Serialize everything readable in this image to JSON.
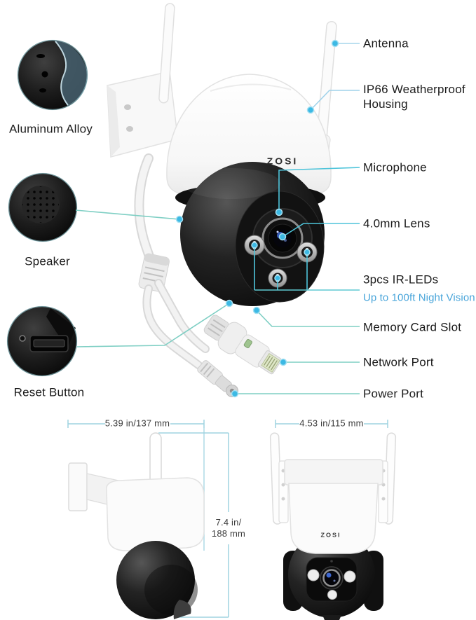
{
  "brand": {
    "logo": "ZOSI"
  },
  "colors": {
    "callout_line_blue": "#a6d6ec",
    "callout_line_teal": "#7fcfc4",
    "callout_line_cyan": "#4ec4da",
    "callout_dot": "#3cb9e4",
    "night_vision_text": "#49a5da",
    "dimension_line": "#9fd3e0"
  },
  "left_callouts": [
    {
      "label": "Aluminum Alloy"
    },
    {
      "label": "Speaker"
    },
    {
      "label": "Reset Button"
    }
  ],
  "right_callouts": [
    {
      "label": "Antenna"
    },
    {
      "label": "IP66 Weatherproof Housing"
    },
    {
      "label": "Microphone"
    },
    {
      "label": "4.0mm Lens"
    },
    {
      "label": "3pcs IR-LEDs",
      "sublabel": "Up to 100ft Night Vision"
    },
    {
      "label": "Memory Card Slot"
    },
    {
      "label": "Network Port"
    },
    {
      "label": "Power Port"
    }
  ],
  "dimensions": {
    "side_width": "5.39 in/137 mm",
    "front_width": "4.53 in/115 mm",
    "height_line1": "7.4 in/",
    "height_line2": "188 mm"
  }
}
